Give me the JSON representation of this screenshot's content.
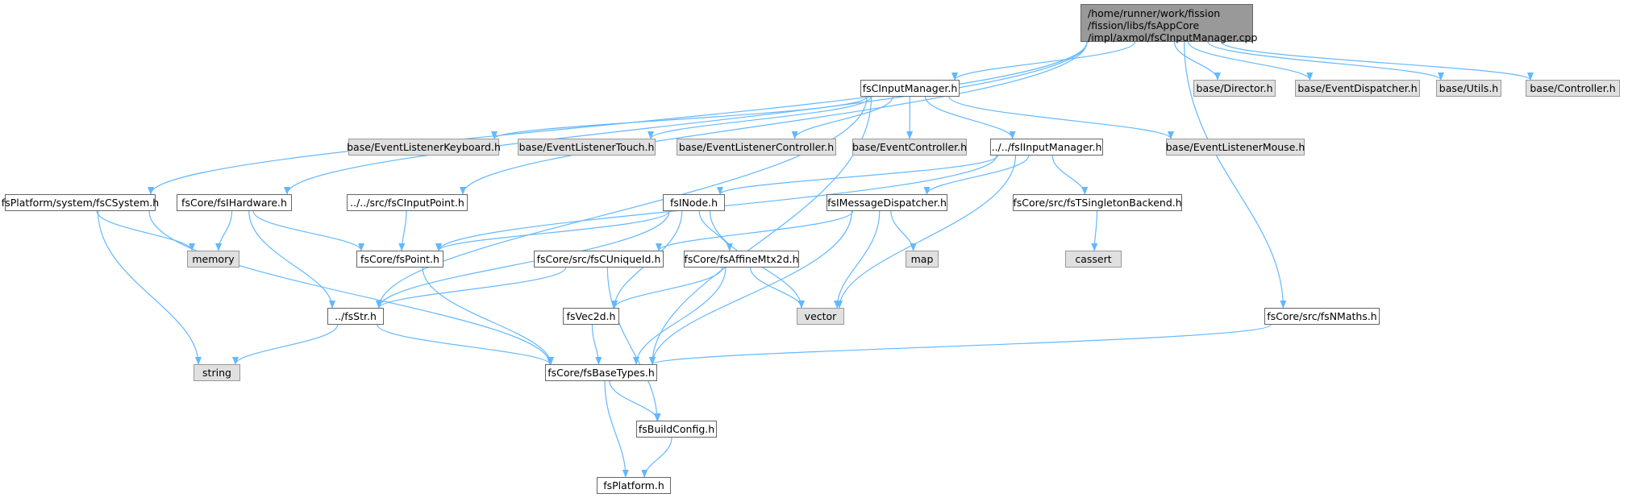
{
  "diagram": {
    "edge_color": "#63b8ff",
    "nodes": [
      {
        "id": "root",
        "label": "/home/runner/work/fission\n/fission/libs/fsAppCore\n/impl/axmol/fsCInputManager.cpp",
        "kind": "root"
      },
      {
        "id": "inputmgr",
        "label": "fsCInputManager.h",
        "kind": "file"
      },
      {
        "id": "director",
        "label": "base/Director.h",
        "kind": "system"
      },
      {
        "id": "evdisp",
        "label": "base/EventDispatcher.h",
        "kind": "system"
      },
      {
        "id": "utils",
        "label": "base/Utils.h",
        "kind": "system"
      },
      {
        "id": "controller",
        "label": "base/Controller.h",
        "kind": "system"
      },
      {
        "id": "elkeyboard",
        "label": "base/EventListenerKeyboard.h",
        "kind": "system"
      },
      {
        "id": "eltouch",
        "label": "base/EventListenerTouch.h",
        "kind": "system"
      },
      {
        "id": "elcontroller",
        "label": "base/EventListenerController.h",
        "kind": "system"
      },
      {
        "id": "evcontroller",
        "label": "base/EventController.h",
        "kind": "system"
      },
      {
        "id": "iinputmgr",
        "label": "../../fsIInputManager.h",
        "kind": "file"
      },
      {
        "id": "elmouse",
        "label": "base/EventListenerMouse.h",
        "kind": "system"
      },
      {
        "id": "csystem",
        "label": "fsPlatform/system/fsCSystem.h",
        "kind": "file"
      },
      {
        "id": "ihardware",
        "label": "fsCore/fsIHardware.h",
        "kind": "file"
      },
      {
        "id": "cinputpoint",
        "label": "../../src/fsCInputPoint.h",
        "kind": "file"
      },
      {
        "id": "inode",
        "label": "fsINode.h",
        "kind": "file"
      },
      {
        "id": "imsgdisp",
        "label": "fsIMessageDispatcher.h",
        "kind": "file"
      },
      {
        "id": "tsingleton",
        "label": "fsCore/src/fsTSingletonBackend.h",
        "kind": "file"
      },
      {
        "id": "memory",
        "label": "memory",
        "kind": "system"
      },
      {
        "id": "point",
        "label": "fsCore/fsPoint.h",
        "kind": "file"
      },
      {
        "id": "cuniqueid",
        "label": "fsCore/src/fsCUniqueId.h",
        "kind": "file"
      },
      {
        "id": "affine",
        "label": "fsCore/fsAffineMtx2d.h",
        "kind": "file"
      },
      {
        "id": "map",
        "label": "map",
        "kind": "system"
      },
      {
        "id": "cassert",
        "label": "cassert",
        "kind": "system"
      },
      {
        "id": "str",
        "label": "../fsStr.h",
        "kind": "file"
      },
      {
        "id": "vec2d",
        "label": "fsVec2d.h",
        "kind": "file"
      },
      {
        "id": "vector",
        "label": "vector",
        "kind": "system"
      },
      {
        "id": "nmaths",
        "label": "fsCore/src/fsNMaths.h",
        "kind": "file"
      },
      {
        "id": "string",
        "label": "string",
        "kind": "system"
      },
      {
        "id": "basetypes",
        "label": "fsCore/fsBaseTypes.h",
        "kind": "file"
      },
      {
        "id": "buildconfig",
        "label": "fsBuildConfig.h",
        "kind": "file"
      },
      {
        "id": "platform",
        "label": "fsPlatform.h",
        "kind": "file"
      }
    ],
    "edges": [
      [
        "root",
        "inputmgr"
      ],
      [
        "root",
        "director"
      ],
      [
        "root",
        "evdisp"
      ],
      [
        "root",
        "utils"
      ],
      [
        "root",
        "controller"
      ],
      [
        "root",
        "csystem"
      ],
      [
        "root",
        "ihardware"
      ],
      [
        "root",
        "cinputpoint"
      ],
      [
        "root",
        "nmaths"
      ],
      [
        "inputmgr",
        "elkeyboard"
      ],
      [
        "inputmgr",
        "eltouch"
      ],
      [
        "inputmgr",
        "elcontroller"
      ],
      [
        "inputmgr",
        "evcontroller"
      ],
      [
        "inputmgr",
        "iinputmgr"
      ],
      [
        "inputmgr",
        "elmouse"
      ],
      [
        "inputmgr",
        "str"
      ],
      [
        "inputmgr",
        "basetypes"
      ],
      [
        "iinputmgr",
        "inode"
      ],
      [
        "iinputmgr",
        "imsgdisp"
      ],
      [
        "iinputmgr",
        "tsingleton"
      ],
      [
        "iinputmgr",
        "point"
      ],
      [
        "iinputmgr",
        "vector"
      ],
      [
        "csystem",
        "memory"
      ],
      [
        "csystem",
        "string"
      ],
      [
        "csystem",
        "basetypes"
      ],
      [
        "ihardware",
        "memory"
      ],
      [
        "ihardware",
        "point"
      ],
      [
        "ihardware",
        "str"
      ],
      [
        "cinputpoint",
        "point"
      ],
      [
        "inode",
        "point"
      ],
      [
        "inode",
        "affine"
      ],
      [
        "inode",
        "vec2d"
      ],
      [
        "inode",
        "vector"
      ],
      [
        "inode",
        "str"
      ],
      [
        "imsgdisp",
        "cuniqueid"
      ],
      [
        "imsgdisp",
        "map"
      ],
      [
        "imsgdisp",
        "vector"
      ],
      [
        "imsgdisp",
        "basetypes"
      ],
      [
        "tsingleton",
        "cassert"
      ],
      [
        "point",
        "basetypes"
      ],
      [
        "cuniqueid",
        "str"
      ],
      [
        "cuniqueid",
        "buildconfig"
      ],
      [
        "affine",
        "vec2d"
      ],
      [
        "affine",
        "vector"
      ],
      [
        "affine",
        "basetypes"
      ],
      [
        "str",
        "string"
      ],
      [
        "str",
        "basetypes"
      ],
      [
        "vec2d",
        "basetypes"
      ],
      [
        "nmaths",
        "basetypes"
      ],
      [
        "basetypes",
        "buildconfig"
      ],
      [
        "basetypes",
        "platform"
      ],
      [
        "buildconfig",
        "platform"
      ]
    ]
  }
}
